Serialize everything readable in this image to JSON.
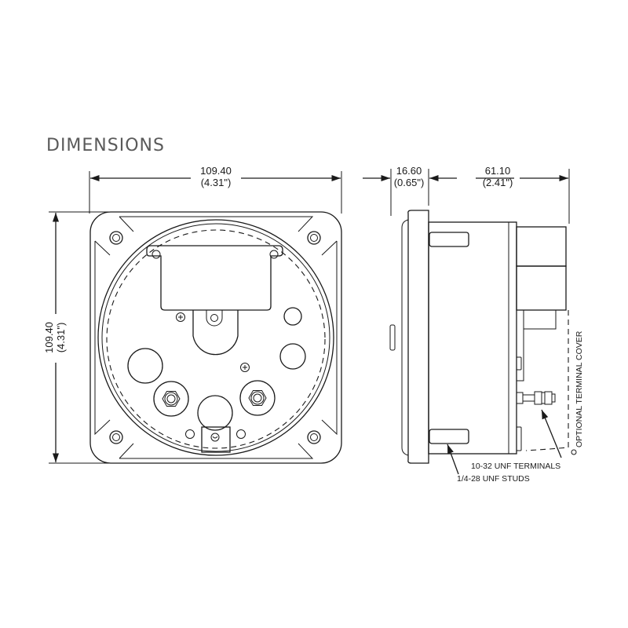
{
  "header": {
    "title": "DIMENSIONS"
  },
  "front_view": {
    "width_dim": {
      "mm": "109.40",
      "in": "(4.31\")"
    },
    "height_dim": {
      "mm": "109.40",
      "in": "(4.31\")"
    }
  },
  "side_view": {
    "bezel_depth_dim": {
      "mm": "16.60",
      "in": "(0.65\")"
    },
    "body_depth_dim": {
      "mm": "61.10",
      "in": "(2.41\")"
    },
    "callouts": {
      "terminals": "10-32 UNF TERMINALS",
      "studs": "1/4-28 UNF STUDS",
      "cover": "OPTIONAL TERMINAL COVER"
    }
  },
  "colors": {
    "line": "#1a1a1a",
    "title": "#5a5a5a",
    "background": "#ffffff"
  }
}
